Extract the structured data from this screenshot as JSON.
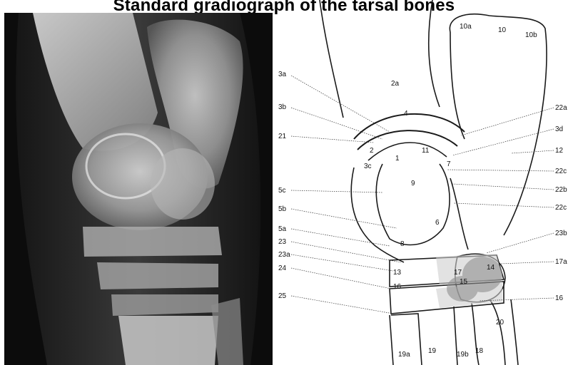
{
  "title": "Standard gradiograph of the tarsal bones",
  "labels": {
    "l3a": "3a",
    "l3b": "3b",
    "l21": "21",
    "l5c": "5c",
    "l5b": "5b",
    "l5a": "5a",
    "l23": "23",
    "l23a": "23a",
    "l24": "24",
    "l25": "25",
    "r22a": "22a",
    "r3d": "3d",
    "r12": "12",
    "r22c1": "22c",
    "r22b": "22b",
    "r22c2": "22c",
    "r23b": "23b",
    "r17a": "17a",
    "r16": "16",
    "i2a": "2a",
    "i4": "4",
    "i2": "2",
    "i1": "1",
    "i11": "11",
    "i3c": "3c",
    "i7": "7",
    "i9": "9",
    "i6": "6",
    "i8": "8",
    "i13": "13",
    "i17": "17",
    "i14": "14",
    "i15": "15",
    "i16": "16",
    "i10a": "10a",
    "i10": "10",
    "i10b": "10b",
    "i20": "20",
    "i19a": "19a",
    "i19": "19",
    "i19b": "19b",
    "i18": "18"
  }
}
